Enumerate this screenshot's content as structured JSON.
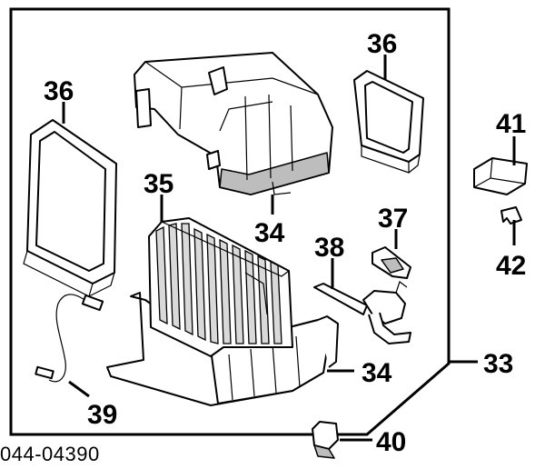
{
  "diagram": {
    "catalog_code": "044-04390",
    "callouts": {
      "evaporator_case_upper": "34",
      "evaporator_case_lower": "34",
      "evaporator_core": "35",
      "seal_left": "36",
      "seal_right": "36",
      "thermistor_sensor": "37",
      "expansion_valve": "38",
      "wire_harness": "39",
      "clip_bottom": "40",
      "connector_housing": "41",
      "clip_small": "42",
      "assembly": "33"
    }
  }
}
